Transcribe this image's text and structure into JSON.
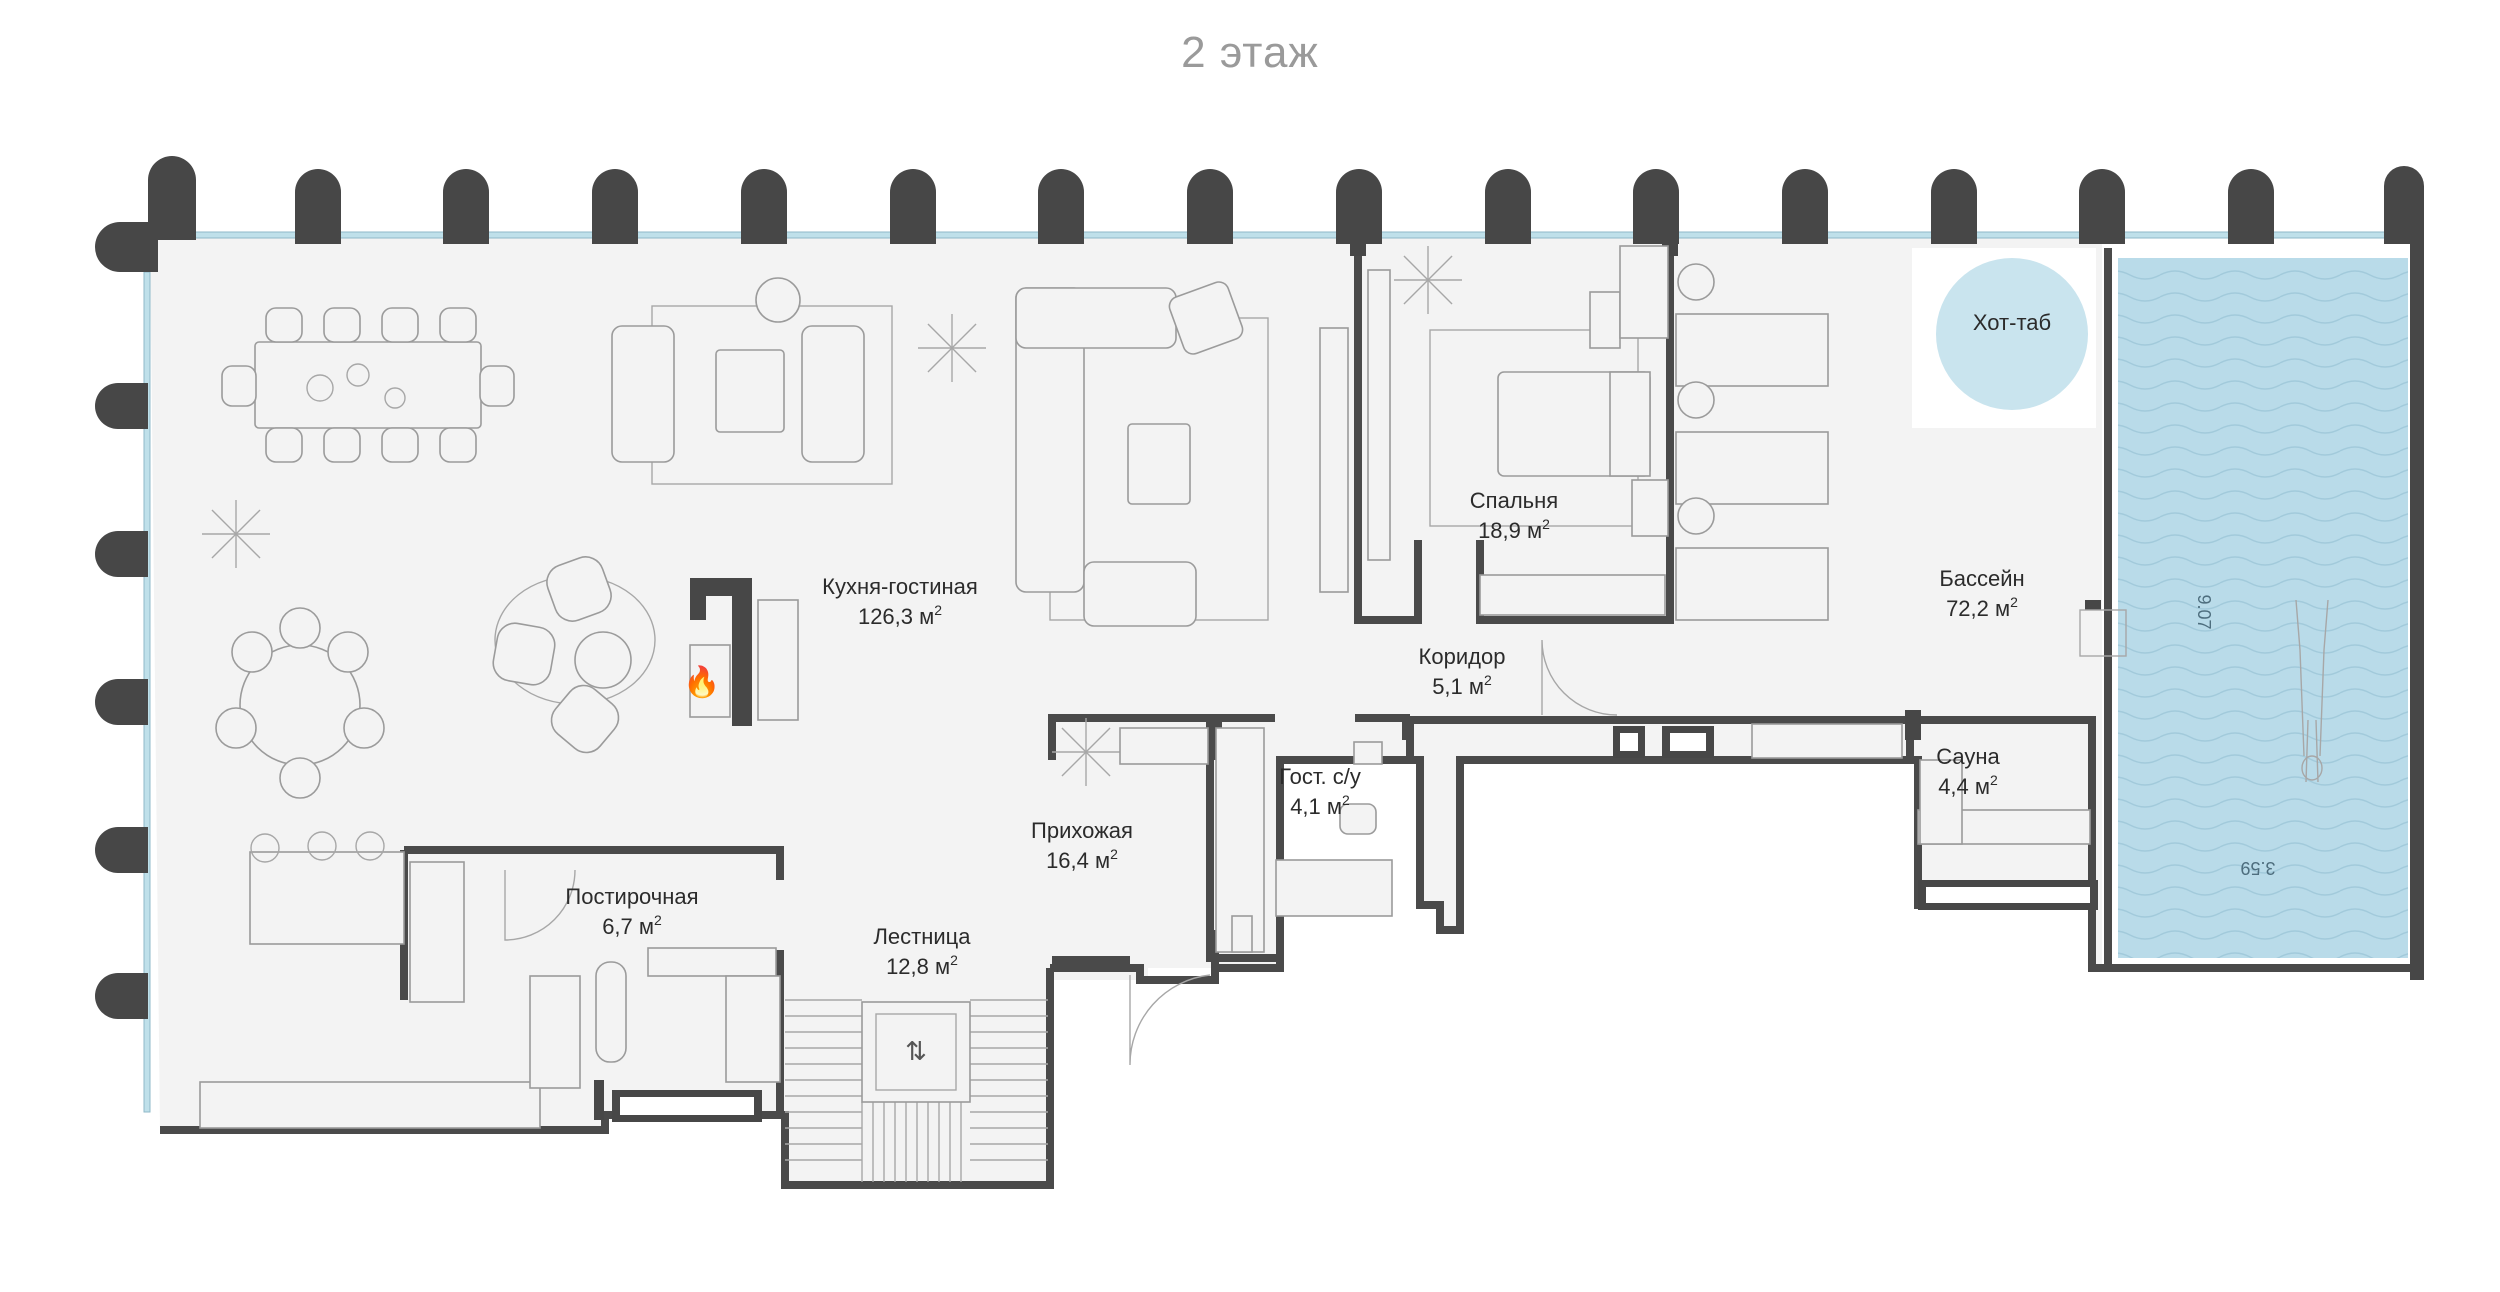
{
  "floor_title": "2 этаж",
  "rooms": {
    "kitchen": {
      "name": "Кухня-гостиная",
      "area": "126,3 м",
      "sup": "2"
    },
    "pantry": {
      "name": "Постирочная",
      "area": "6,7 м",
      "sup": "2"
    },
    "stairs": {
      "name": "Лестница",
      "area": "12,8 м",
      "sup": "2"
    },
    "hall": {
      "name": "Прихожая",
      "area": "16,4 м",
      "sup": "2"
    },
    "wc": {
      "name": "Гост. с/у",
      "area": "4,1 м",
      "sup": "2"
    },
    "corridor": {
      "name": "Коридор",
      "area": "5,1 м",
      "sup": "2"
    },
    "bedroom": {
      "name": "Спальня",
      "area": "18,9 м",
      "sup": "2"
    },
    "pool": {
      "name": "Бассейн",
      "area": "72,2 м",
      "sup": "2"
    },
    "sauna": {
      "name": "Сауна",
      "area": "4,4 м",
      "sup": "2"
    },
    "hottub": {
      "name": "Хот-таб"
    }
  },
  "pool_dims": {
    "length": "9.07",
    "width": "3.59"
  },
  "colors": {
    "floor": "#f3f3f3",
    "wall": "#474747",
    "water": "#b9dbe9",
    "hottub": "#c9e4ee",
    "glass": "#bfe0ea",
    "fire": "#e2532d"
  },
  "icons": [
    "fire-icon",
    "elevator-icon",
    "plant-icon"
  ]
}
